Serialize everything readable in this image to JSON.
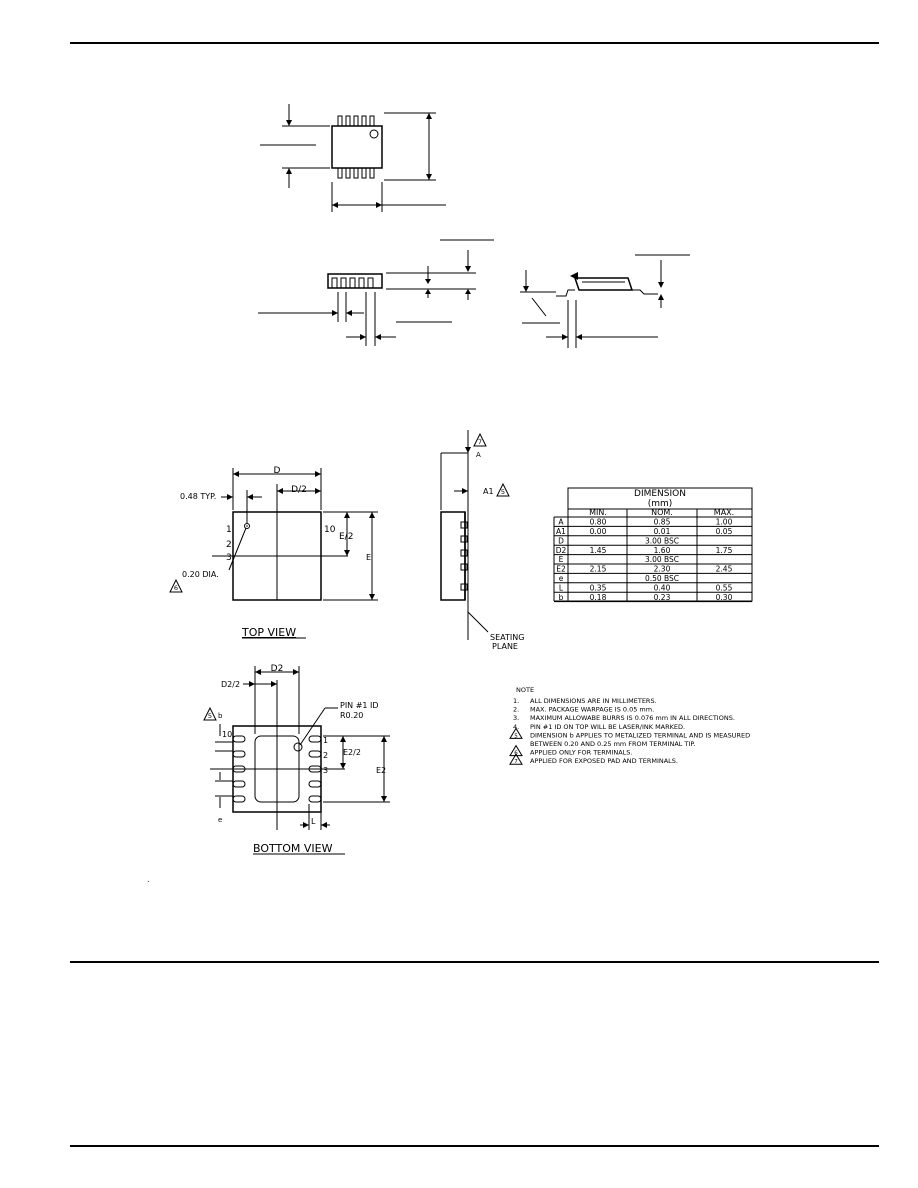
{
  "views": {
    "top": "TOP  VIEW",
    "bottom": "BOTTOM  VIEW"
  },
  "dims": {
    "D": "D",
    "D_half": "D/2",
    "typ": "0.48 TYP.",
    "E": "E",
    "E_half": "E/2",
    "dia": "0.20 DIA.",
    "A": "A",
    "A1": "A1",
    "D2": "D2",
    "D2_half": "D2/2",
    "E2": "E2",
    "E2_half": "E2/2",
    "L": "L",
    "e": "e",
    "b": "b",
    "pin10": "10",
    "pin1": "1",
    "pin2": "2",
    "pin3": "3",
    "pin_id": "PIN #1 ID",
    "pin_id_radius": "R0.20",
    "seating_1": "SEATING",
    "seating_2": "PLANE"
  },
  "flags": {
    "seven": "7",
    "six": "6",
    "five": "5"
  },
  "table": {
    "title": "DIMENSION",
    "unit": "(mm)",
    "headers": [
      "MIN.",
      "NOM.",
      "MAX."
    ],
    "rows": [
      {
        "sym": "A",
        "min": "0.80",
        "nom": "0.85",
        "max": "1.00"
      },
      {
        "sym": "A1",
        "min": "0.00",
        "nom": "0.01",
        "max": "0.05"
      },
      {
        "sym": "D",
        "span": "3.00 BSC"
      },
      {
        "sym": "D2",
        "min": "1.45",
        "nom": "1.60",
        "max": "1.75"
      },
      {
        "sym": "E",
        "span": "3.00 BSC"
      },
      {
        "sym": "E2",
        "min": "2.15",
        "nom": "2.30",
        "max": "2.45"
      },
      {
        "sym": "e",
        "span": "0.50 BSC"
      },
      {
        "sym": "L",
        "min": "0.35",
        "nom": "0.40",
        "max": "0.55"
      },
      {
        "sym": "b",
        "min": "0.18",
        "nom": "0.23",
        "max": "0.30"
      }
    ]
  },
  "notes": {
    "heading": "NOTE",
    "items": [
      {
        "num": "1.",
        "text": "ALL DIMENSIONS ARE IN MILLIMETERS."
      },
      {
        "num": "2.",
        "text": "MAX. PACKAGE WARPAGE IS 0.05 mm."
      },
      {
        "num": "3.",
        "text": "MAXIMUM ALLOWABE BURRS IS 0.076 mm IN ALL DIRECTIONS."
      },
      {
        "num": "4.",
        "text": "PIN #1 ID ON TOP WILL BE LASER/INK MARKED."
      },
      {
        "num": "5",
        "text": "DIMENSION b APPLIES TO METALIZED TERMINAL AND IS MEASURED",
        "flag": true
      },
      {
        "num": "",
        "text": "BETWEEN 0.20 AND 0.25 mm FROM TERMINAL TIP."
      },
      {
        "num": "6",
        "text": "APPLIED ONLY FOR TERMINALS.",
        "flag": true
      },
      {
        "num": "7",
        "text": "APPLIED FOR EXPOSED PAD AND TERMINALS.",
        "flag": true
      }
    ]
  },
  "stray_mark": "."
}
